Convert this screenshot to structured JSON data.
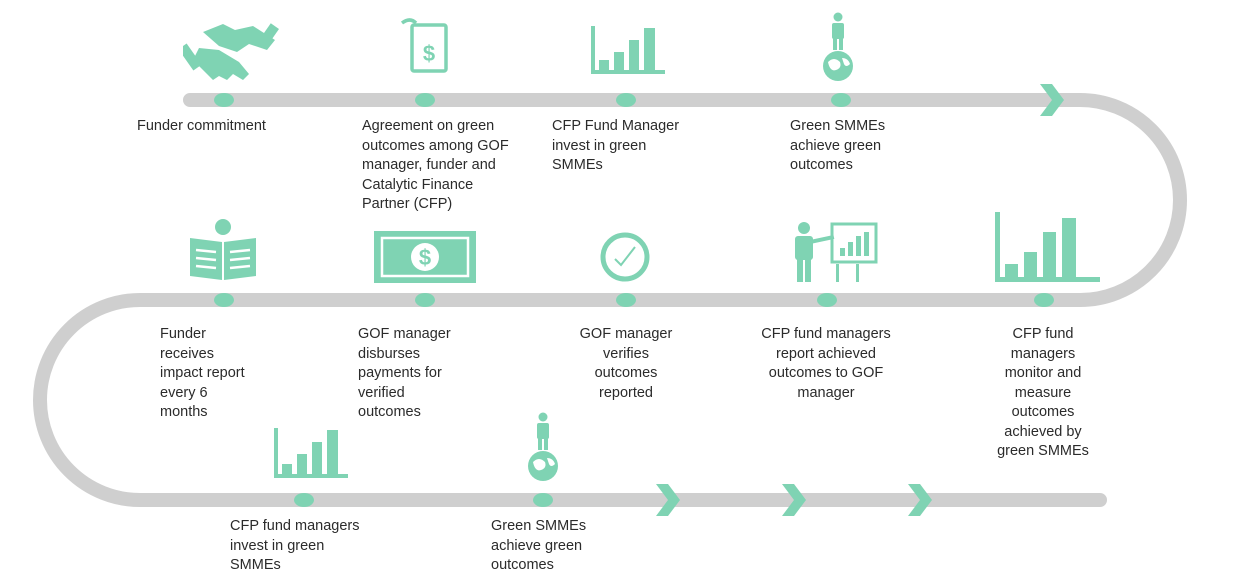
{
  "colors": {
    "track": "#cfcfcf",
    "accent": "#7fd3b3",
    "text": "#2b2b2b"
  },
  "steps": [
    {
      "text": "Funder commitment",
      "icon": "handshake-icon"
    },
    {
      "text": "Agreement on green\noutcomes among GOF\nmanager, funder and\nCatalytic Finance\nPartner (CFP)",
      "icon": "contract-document-icon"
    },
    {
      "text": "CFP Fund Manager\ninvest in green\nSMMEs",
      "icon": "bar-chart-icon"
    },
    {
      "text": "Green SMMEs\nachieve green\noutcomes",
      "icon": "person-on-globe-icon"
    },
    {
      "text": "CFP fund\nmanagers\nmonitor and\nmeasure\noutcomes\nachieved by\ngreen SMMEs",
      "icon": "bar-chart-icon"
    },
    {
      "text": "CFP fund managers\nreport achieved\noutcomes to GOF\nmanager",
      "icon": "presenter-chart-icon"
    },
    {
      "text": "GOF manager\nverifies\noutcomes\nreported",
      "icon": "check-circle-icon"
    },
    {
      "text": "GOF manager\ndisburses\npayments for\nverified\noutcomes",
      "icon": "banknote-icon"
    },
    {
      "text": "Funder\nreceives\nimpact report\nevery 6\nmonths",
      "icon": "newspaper-reader-icon"
    },
    {
      "text": "CFP fund managers\ninvest in green\nSMMEs",
      "icon": "bar-chart-icon"
    },
    {
      "text": "Green SMMEs\nachieve green\noutcomes",
      "icon": "person-on-globe-icon"
    }
  ]
}
